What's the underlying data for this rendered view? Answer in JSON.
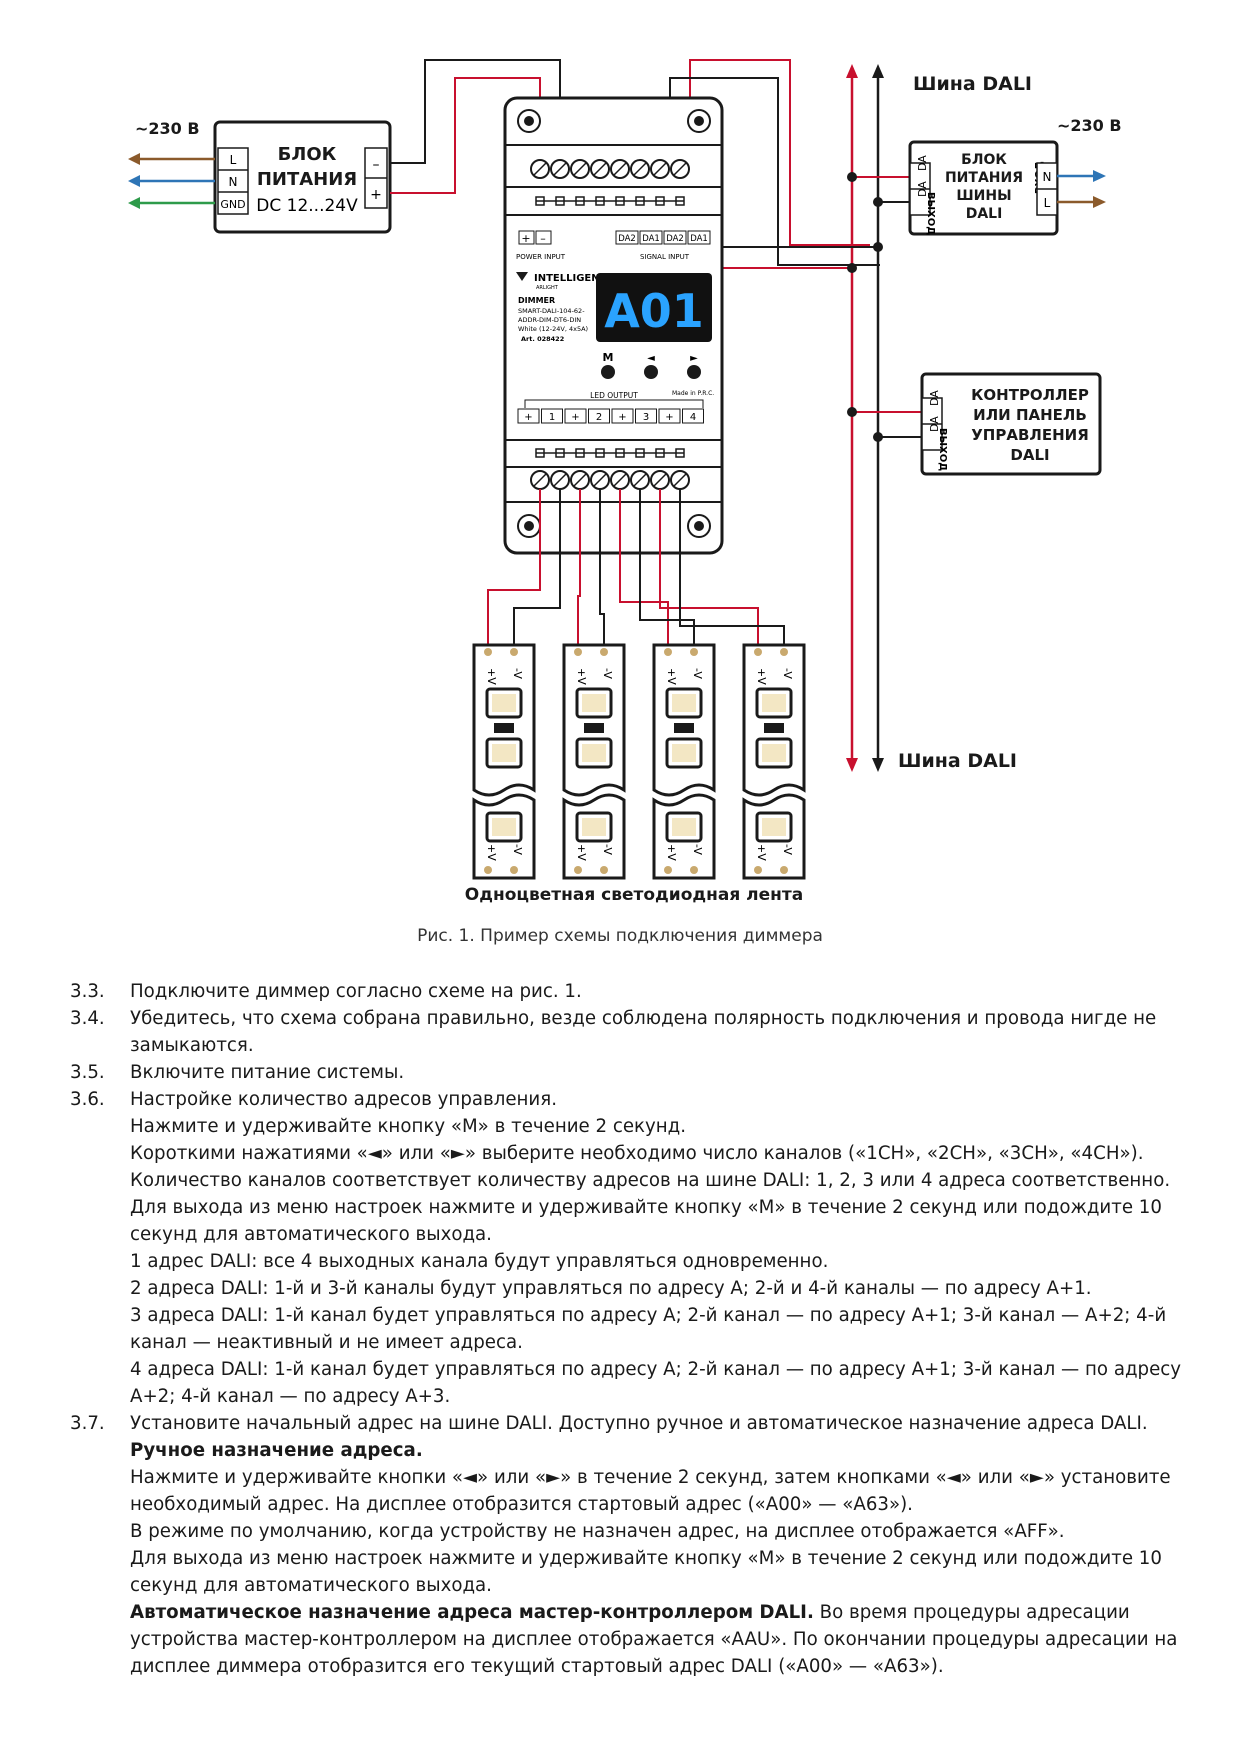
{
  "diagram": {
    "psu": {
      "in_voltage": "~230 В",
      "title_line1": "БЛОК",
      "title_line2": "ПИТАНИЯ",
      "voltage": "DC 12...24V",
      "terminals": [
        "L",
        "N",
        "GND"
      ],
      "minus": "–",
      "plus": "+"
    },
    "dimmer": {
      "power_input": "POWER INPUT",
      "signal_input": "SIGNAL INPUT",
      "pin_plus": "+",
      "pin_minus": "–",
      "signal_pins": [
        "DA2",
        "DA1",
        "DA2",
        "DA1"
      ],
      "brand": "INTELLIGENT",
      "brand_sub": "ARLIGHT",
      "model_lines": [
        "DIMMER",
        "SMART-DALI-104-62-",
        "ADDR-DIM-DT6-DIN",
        "White (12-24V, 4x5A)",
        "Art. 028422"
      ],
      "display": "A01",
      "btn_m": "M",
      "btn_left": "◄",
      "btn_right": "►",
      "led_output": "LED OUTPUT",
      "made_in": "Made in P.R.C.",
      "output_pins": [
        "+",
        "1",
        "+",
        "2",
        "+",
        "3",
        "+",
        "4"
      ]
    },
    "bus_label_top": "Шина DALI",
    "bus_label_bottom": "Шина DALI",
    "bus_psu": {
      "in_voltage": "~230 В",
      "title": [
        "БЛОК",
        "ПИТАНИЯ",
        "ШИНЫ",
        "DALI"
      ],
      "out_label": "ВЫХОД",
      "in_label": "ВХОД",
      "pins": [
        "DA",
        "DA"
      ],
      "terminals": [
        "N",
        "L"
      ]
    },
    "controller": {
      "title": [
        "КОНТРОЛЛЕР",
        "ИЛИ ПАНЕЛЬ",
        "УПРАВЛЕНИЯ",
        "DALI"
      ],
      "out_label": "ВЫХОД",
      "pins": [
        "DA",
        "DA"
      ]
    },
    "strip": {
      "plus": "+V",
      "minus": "-V"
    },
    "strip_label": "Одноцветная светодиодная лента"
  },
  "caption": "Рис. 1. Пример схемы подключения диммера",
  "steps": [
    {
      "num": "3.3.",
      "lines": [
        "Подключите диммер согласно схеме на рис. 1."
      ]
    },
    {
      "num": "3.4.",
      "lines": [
        "Убедитесь, что схема собрана правильно, везде соблюдена полярность подключения и провода нигде не замыкаются."
      ]
    },
    {
      "num": "3.5.",
      "lines": [
        "Включите питание системы."
      ]
    },
    {
      "num": "3.6.",
      "lines": [
        "Настройке количество адресов управления.",
        "Нажмите и удерживайте кнопку «M» в течение 2 секунд.",
        "Короткими нажатиями «◄» или «►» выберите необходимо число каналов («1CH», «2CH», «3CH», «4CH»).",
        "Количество каналов соответствует количеству адресов на шине DALI: 1, 2, 3 или 4 адреса соответственно.",
        "Для выхода из меню настроек нажмите и удерживайте кнопку «M» в течение 2 секунд или подождите 10 секунд для автоматического выхода.",
        "1 адрес DALI: все 4 выходных канала будут управляться одновременно.",
        "2 адреса DALI: 1-й и 3-й каналы будут управляться по адресу A; 2-й и 4-й каналы — по адресу A+1.",
        "3 адреса DALI: 1-й канал будет управляться по адресу A; 2-й канал — по адресу A+1; 3-й канал — A+2; 4-й канал — неактивный и не имеет адреса.",
        "4 адреса DALI: 1-й канал будет управляться по адресу A; 2-й канал — по адресу A+1; 3-й канал — по адресу A+2; 4-й канал — по адресу A+3."
      ]
    },
    {
      "num": "3.7.",
      "lines": [
        "Установите начальный адрес на шине DALI. Доступно ручное и автоматическое назначение адреса DALI.",
        "Ручное назначение адреса.",
        "Нажмите и удерживайте кнопки «◄» или «►» в течение 2 секунд, затем кнопками «◄» или «►» установите необходимый адрес. На дисплее отобразится стартовый адрес («A00» — «A63»).",
        "В режиме по умолчанию, когда устройству не назначен адрес, на дисплее отображается «AFF».",
        "Для выхода из меню настроек нажмите и удерживайте кнопку «M» в течение 2 секунд или подождите 10 секунд для автоматического выхода.",
        "Автоматическое назначение адреса мастер-контроллером DALI.",
        "Во время процедуры адресации устройства мастер-контроллером на дисплее отображается «AAU». По окончании процедуры адресации на дисплее диммера отобразится его текущий стартовый адрес DALI («A00» — «A63»)."
      ]
    }
  ]
}
